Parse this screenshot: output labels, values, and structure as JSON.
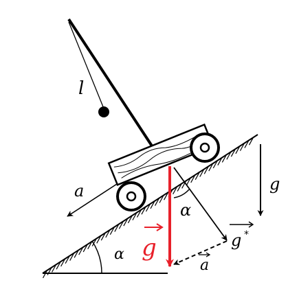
{
  "labels": {
    "pendulum_length": "l",
    "cart_acceleration": "a",
    "incline_angle_base": "α",
    "angle_at_cart": "α",
    "gravity_vertical": "g",
    "gravity_vector": "g",
    "effective_gravity": "g",
    "effective_gravity_superscript": "*",
    "minus_a_vector": "a"
  },
  "colors": {
    "ink": "#000000",
    "gravity_highlight": "#e8202a"
  },
  "icons": [
    "pendulum-bob-icon",
    "cart-wheel-icon"
  ]
}
